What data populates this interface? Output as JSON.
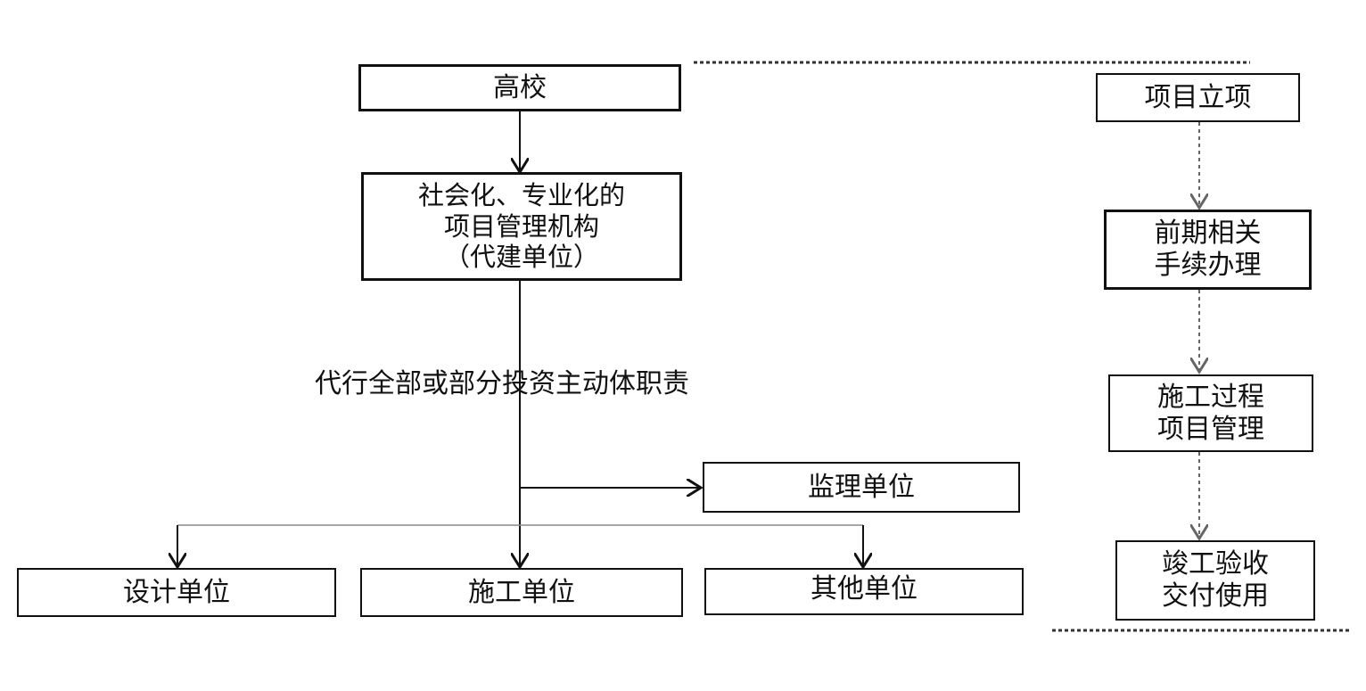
{
  "left_chart": {
    "university": "高校",
    "agency_lines": [
      "社会化、专业化的",
      "项目管理机构",
      "（代建单位）"
    ],
    "duty_label": "代行全部或部分投资主动体职责",
    "supervision_unit": "监理单位",
    "design_unit": "设计单位",
    "construction_unit": "施工单位",
    "other_unit": "其他单位"
  },
  "right_flow": {
    "steps": [
      [
        "项目立项"
      ],
      [
        "前期相关",
        "手续办理"
      ],
      [
        "施工过程",
        "项目管理"
      ],
      [
        "竣工验收",
        "交付使用"
      ]
    ]
  }
}
